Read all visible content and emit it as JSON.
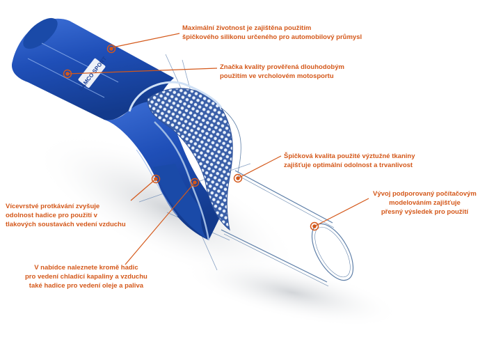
{
  "diagram": {
    "brand_label": "SAMCO SPORT",
    "callouts": [
      {
        "id": "lifespan",
        "lines": [
          "Maximální životnost je zajištěna použitím",
          "špičkového silikonu určeného pro automobilový průmysl"
        ]
      },
      {
        "id": "quality-mark",
        "lines": [
          "Značka kvality prověřená dlouhodobým",
          "použitím ve vrcholovém motosportu"
        ]
      },
      {
        "id": "fabric",
        "lines": [
          "Špičková kvalita použité výztužné tkaniny",
          "zajišťuje optimální odolnost a trvanlivost"
        ]
      },
      {
        "id": "cad",
        "lines": [
          "Vývoj podporovaný počítačovým",
          "modelováním zajišťuje",
          "přesný výsledek pro použití"
        ]
      },
      {
        "id": "layers",
        "lines": [
          "Vícevrstvé protkávání zvyšuje",
          "odolnost hadice pro použití v",
          "tlakových soustavách vedení vzduchu"
        ]
      },
      {
        "id": "range",
        "lines": [
          "V nabídce naleznete kromě hadic",
          "pro vedení chladící kapaliny a vzduchu",
          "také hadice pro vedení oleje a paliva"
        ]
      }
    ],
    "colors": {
      "accent": "#d4581a",
      "hose_blue": "#1f4fb8",
      "outline": "#5e7fa8"
    }
  }
}
